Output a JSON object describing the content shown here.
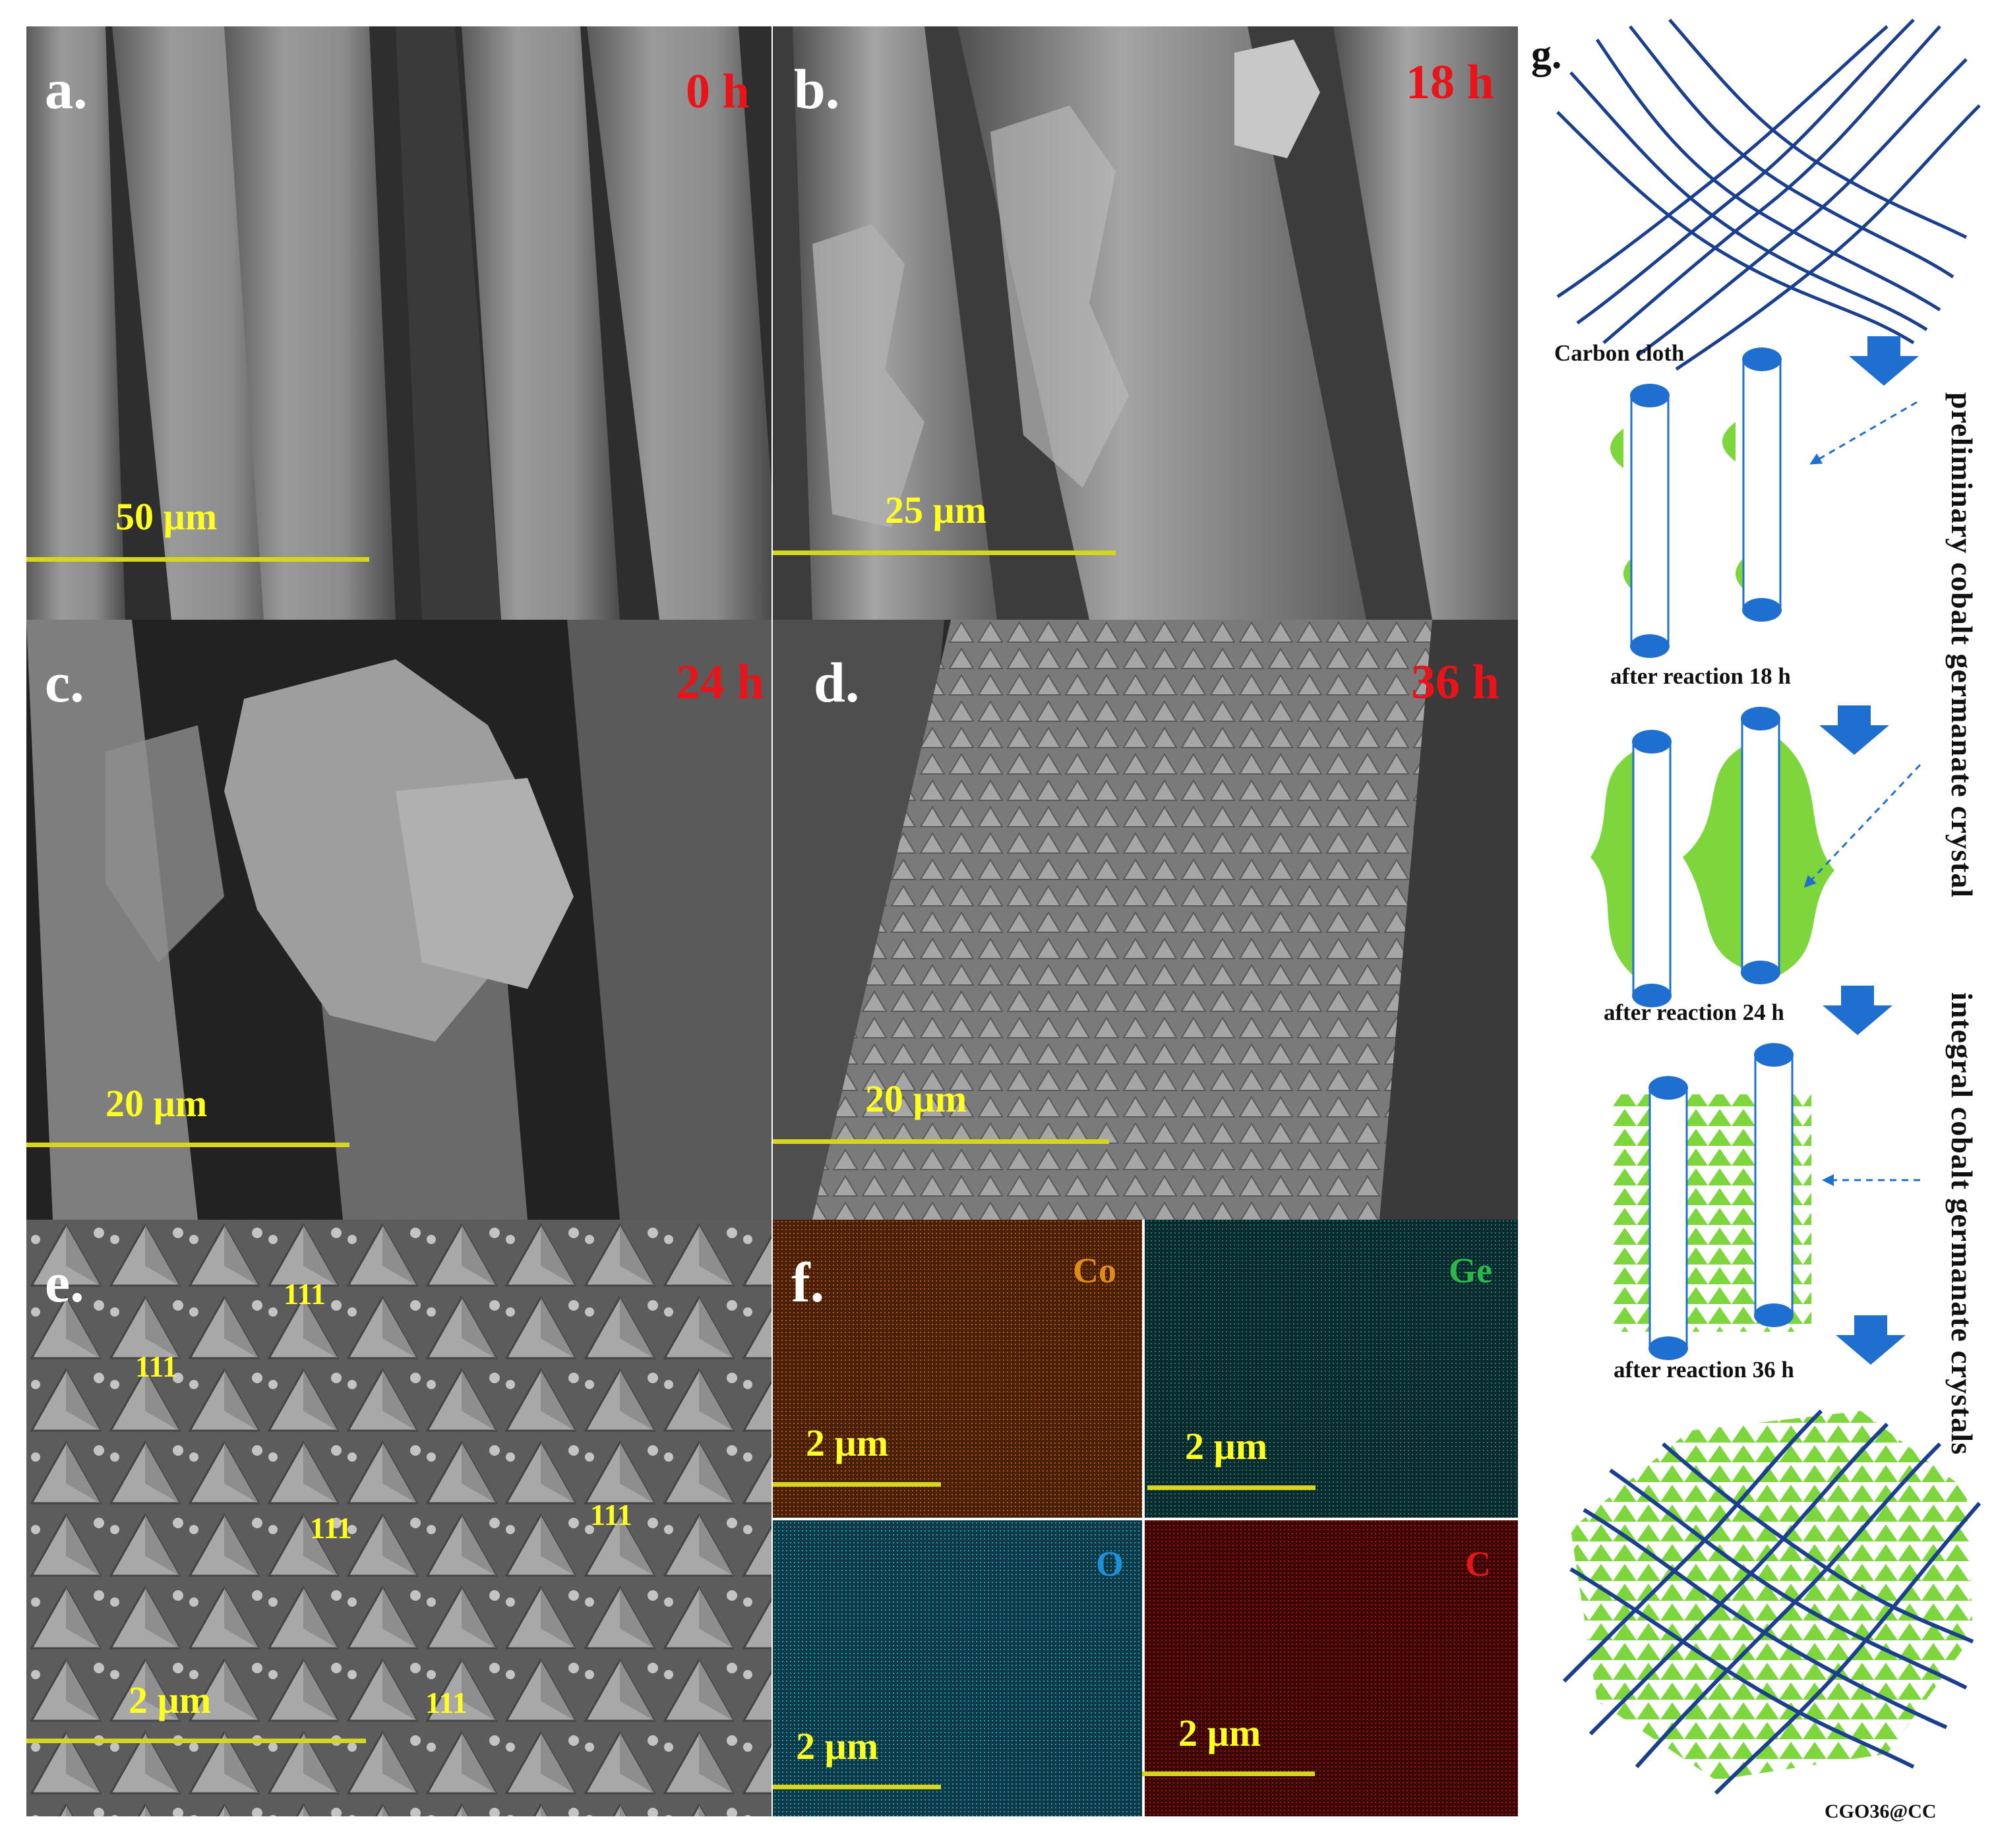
{
  "panels": {
    "a": {
      "label": "a.",
      "time": "0 h",
      "scale": "50 µm"
    },
    "b": {
      "label": "b.",
      "time": "18 h",
      "scale": "25 µm"
    },
    "c": {
      "label": "c.",
      "time": "24 h",
      "scale": "20 µm"
    },
    "d": {
      "label": "d.",
      "time": "36 h",
      "scale": "20 µm"
    },
    "e": {
      "label": "e.",
      "scale": "2 µm",
      "facets": [
        "111",
        "111",
        "111",
        "111",
        "111"
      ]
    },
    "f": {
      "label": "f.",
      "maps": [
        {
          "element": "Co",
          "scale": "2 µm",
          "color": "#e08a1c"
        },
        {
          "element": "Ge",
          "scale": "2 µm",
          "color": "#2ab84a"
        },
        {
          "element": "O",
          "scale": "2 µm",
          "color": "#1e8fd8"
        },
        {
          "element": "C",
          "scale": "2 µm",
          "color": "#e01818"
        }
      ]
    },
    "g": {
      "label": "g.",
      "captions": {
        "carbon_cloth": "Carbon cloth",
        "r18": "after reaction 18 h",
        "r24": "after reaction 24 h",
        "r36": "after reaction 36 h",
        "product": "CGO36@CC"
      },
      "side_text": {
        "top": "preliminary  cobalt germanate crystal",
        "bottom": "integral  cobalt germanate crystals"
      },
      "colors": {
        "fiber": "#1a3f8f",
        "crystal": "#7dd63c",
        "arrow": "#1f6fd0",
        "tube_cap": "#1f6fd0"
      }
    }
  }
}
